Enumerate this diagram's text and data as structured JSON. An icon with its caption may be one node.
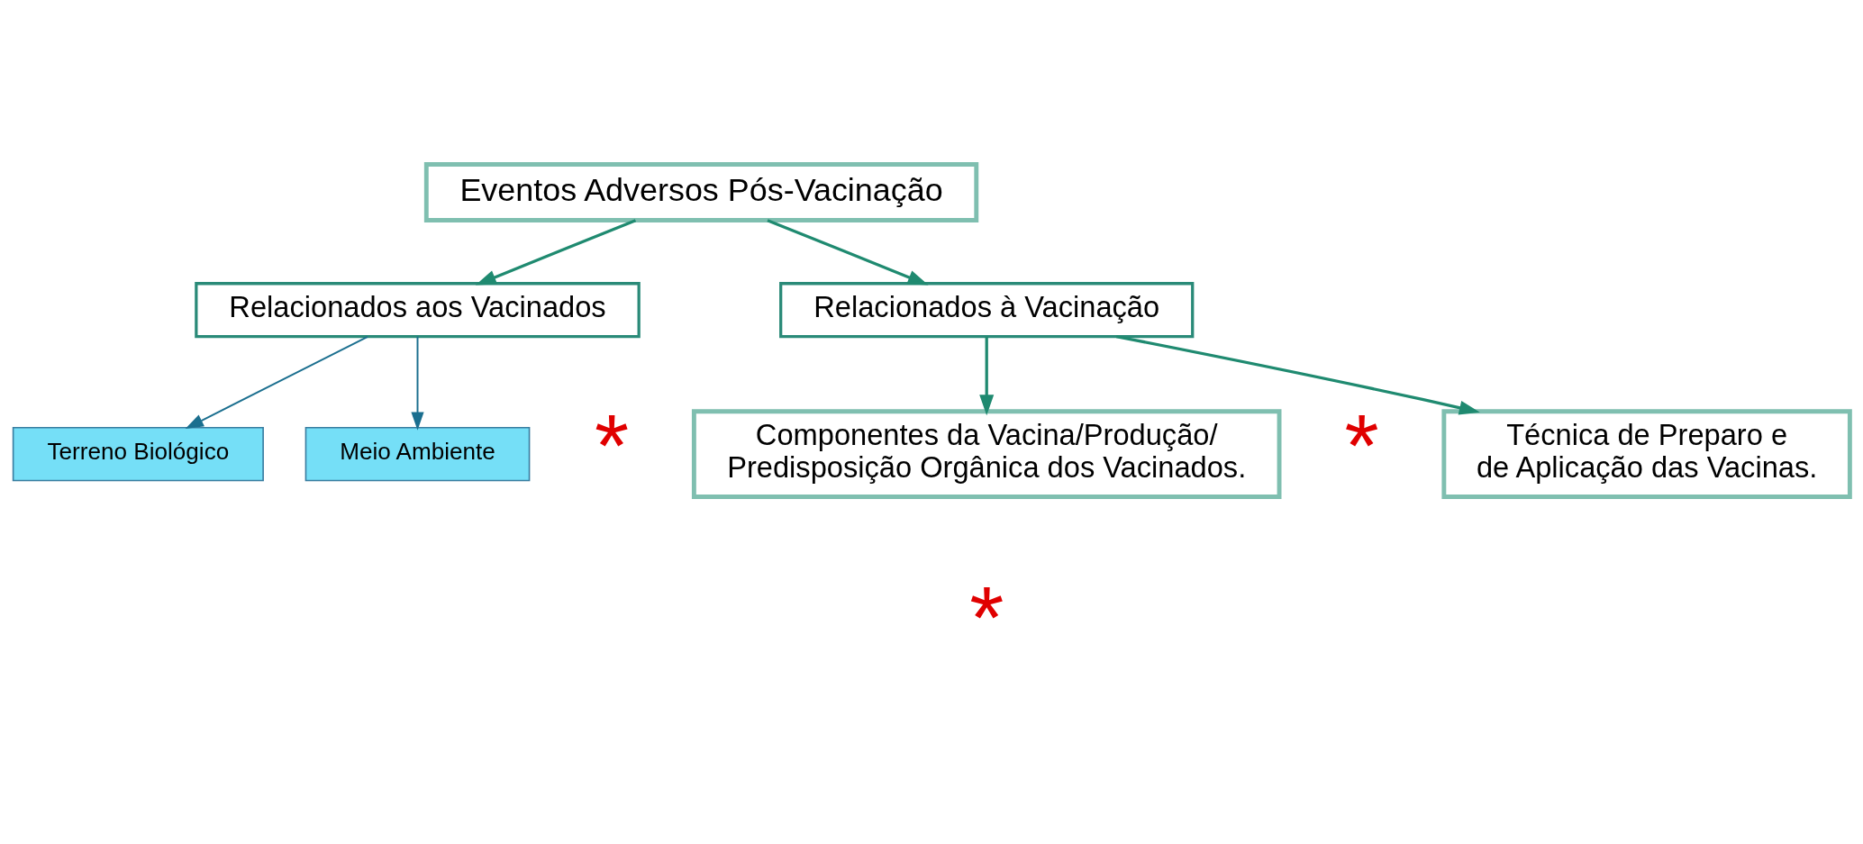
{
  "diagram": {
    "nodes": [
      {
        "text": [
          "Eventos Adversos Pós-Vacinação"
        ]
      },
      {
        "text": [
          "Relacionados aos Vacinados"
        ]
      },
      {
        "text": [
          "Relacionados à Vacinação"
        ]
      },
      {
        "text": [
          "Terreno Biológico"
        ]
      },
      {
        "text": [
          "Meio Ambiente"
        ]
      },
      {
        "text": [
          "Componentes da Vacina/Produção/ Predisposição Orgânica dos Vacinados."
        ]
      },
      {
        "text": [
          "Técnica de Preparo e de Aplicação das Vacinas."
        ]
      }
    ],
    "edges": [
      {
        "from": 0,
        "to": 1,
        "arrow": "to"
      },
      {
        "from": 0,
        "to": 2,
        "arrow": "to"
      },
      {
        "from": 1,
        "to": 3,
        "arrow": "to",
        "color": "#1b6f8f"
      },
      {
        "from": 1,
        "to": 4,
        "arrow": "to",
        "color": "#1b6f8f"
      },
      {
        "from": 2,
        "to": 5,
        "arrow": "to"
      },
      {
        "from": 2,
        "to": 6,
        "arrow": "to"
      }
    ],
    "labels": [
      "*",
      "*",
      "*"
    ]
  }
}
